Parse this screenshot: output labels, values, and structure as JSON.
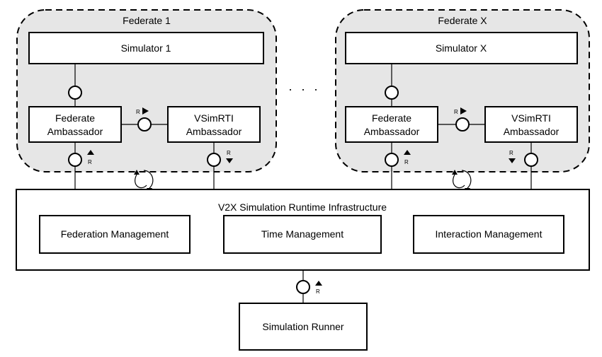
{
  "federates": [
    {
      "title": "Federate 1",
      "simulator": "Simulator 1",
      "federate_ambassador": [
        "Federate",
        "Ambassador"
      ],
      "vsimrti_ambassador": [
        "VSimRTI",
        "Ambassador"
      ]
    },
    {
      "title": "Federate X",
      "simulator": "Simulator X",
      "federate_ambassador": [
        "Federate",
        "Ambassador"
      ],
      "vsimrti_ambassador": [
        "VSimRTI",
        "Ambassador"
      ]
    }
  ],
  "ellipsis": ". . .",
  "rti": {
    "title": "V2X Simulation Runtime Infrastructure",
    "modules": [
      "Federation Management",
      "Time Management",
      "Interaction Management"
    ]
  },
  "runner": {
    "label": "Simulation Runner"
  },
  "interface_marker": "R",
  "colors": {
    "federate_fill": "#e6e6e6",
    "box_fill": "#ffffff",
    "stroke": "#000000"
  }
}
